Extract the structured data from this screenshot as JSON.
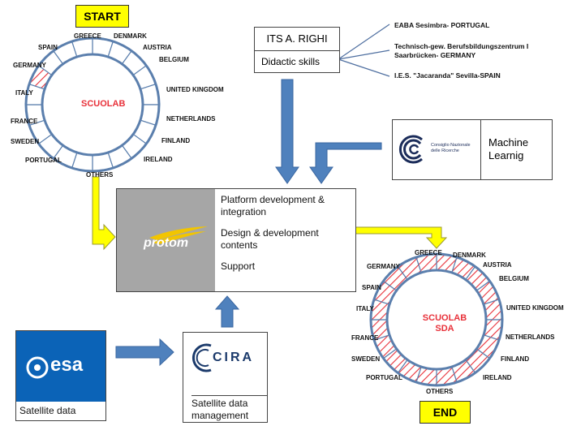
{
  "start_label": "START",
  "end_label": "END",
  "scuolab_start": {
    "label": "SCUOLAB",
    "countries": [
      "GREECE",
      "DENMARK",
      "AUSTRIA",
      "BELGIUM",
      "UNITED KINGDOM",
      "NETHERLANDS",
      "FINLAND",
      "IRELAND",
      "OTHERS",
      "PORTUGAL",
      "SWEDEN",
      "FRANCE",
      "ITALY",
      "GERMANY",
      "SPAIN"
    ]
  },
  "scuolab_end": {
    "label_line1": "SCUOLAB",
    "label_line2": "SDA",
    "countries": [
      "GREECE",
      "DENMARK",
      "AUSTRIA",
      "BELGIUM",
      "UNITED KINGDOM",
      "NETHERLANDS",
      "FINLAND",
      "IRELAND",
      "OTHERS",
      "PORTUGAL",
      "SWEDEN",
      "FRANCE",
      "ITALY",
      "SPAIN",
      "GERMANY"
    ]
  },
  "its": {
    "title": "ITS A. RIGHI",
    "subtitle": "Didactic skills"
  },
  "schools": [
    "EABA Sesimbra- PORTUGAL",
    "Technisch-gew. Berufsbildungszentrum I",
    "Saarbrücken- GERMANY",
    "I.E.S. \"Jacaranda\" Sevilla-SPAIN"
  ],
  "cnr": {
    "logo_line1": "Consiglio Nazionale",
    "logo_line2": "delle Ricerche",
    "label_line1": "Machine",
    "label_line2": "Learnig"
  },
  "protom": {
    "logo_text": "protom",
    "items": [
      "Platform development &",
      "integration",
      "Design & development",
      "contents",
      "Support"
    ]
  },
  "esa": {
    "logo_text": "esa",
    "caption": "Satellite data"
  },
  "cira": {
    "logo_text": "CIRA",
    "caption_line1": "Satellite data",
    "caption_line2": "management"
  },
  "colors": {
    "ring_blue": "#5b7fad",
    "arrow_blue": "#4f81bd",
    "arrow_yellow": "#ffff00",
    "hatch_red": "#e8313a",
    "esa_blue": "#0b63b7",
    "protom_gray": "#a6a6a6"
  }
}
